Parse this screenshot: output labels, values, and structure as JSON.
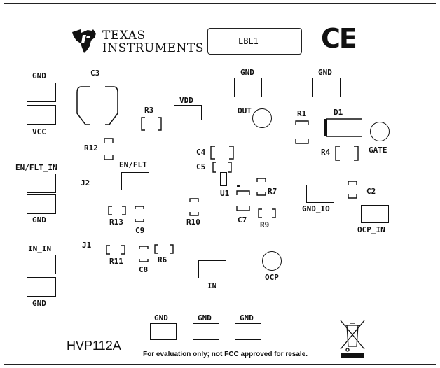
{
  "logo": {
    "line1": "TEXAS",
    "line2": "INSTRUMENTS"
  },
  "label_box": "LBL1",
  "ce_mark": "CE",
  "board_name": "HVP112A",
  "disclaimer": "For evaluation only; not FCC approved for resale.",
  "connectors": {
    "top_left_gnd": "GND",
    "vcc": "VCC",
    "top_mid_gnd": "GND",
    "top_right_gnd": "GND",
    "vdd": "VDD",
    "out": "OUT",
    "gate": "GATE",
    "en_flt_in": "EN/FLT_IN",
    "en_flt_gnd": "GND",
    "en_flt": "EN/FLT",
    "in_in": "IN_IN",
    "in_gnd": "GND",
    "in": "IN",
    "ocp": "OCP",
    "gnd_io": "GND_IO",
    "ocp_in": "OCP_IN",
    "bottom_gnd": [
      "GND",
      "GND",
      "GND"
    ]
  },
  "refdes": {
    "c3": "C3",
    "r3": "R3",
    "r1": "R1",
    "d1": "D1",
    "r4": "R4",
    "r12": "R12",
    "c4": "C4",
    "c5": "C5",
    "u1": "U1",
    "r7": "R7",
    "c2": "C2",
    "j2": "J2",
    "r13": "R13",
    "c9": "C9",
    "r10": "R10",
    "c7": "C7",
    "r9": "R9",
    "j1": "J1",
    "r11": "R11",
    "c8": "C8",
    "r6": "R6"
  }
}
